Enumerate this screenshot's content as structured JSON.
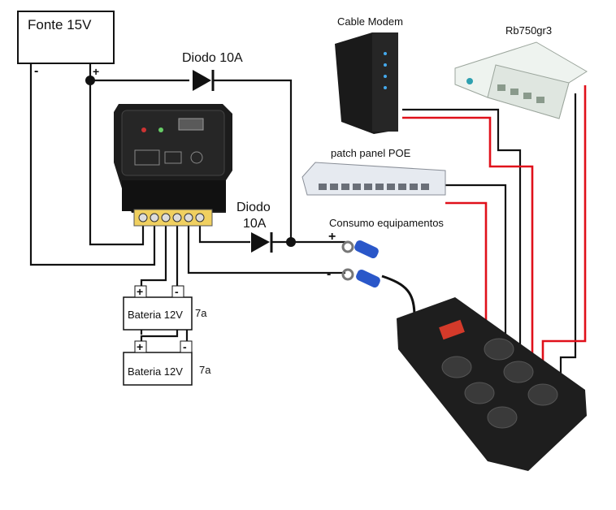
{
  "labels": {
    "source": "Fonte 15V",
    "diode_top": "Diodo 10A",
    "diode_mid_line1": "Diodo",
    "diode_mid_line2": "10A",
    "cable_modem": "Cable Modem",
    "router": "Rb750gr3",
    "patch_panel": "patch panel POE",
    "load": "Consumo equipamentos",
    "battery_1": "Bateria 12V",
    "battery_2": "Bateria 12V",
    "battery_1_capacity": "7a",
    "battery_2_capacity": "7a",
    "plus": "+",
    "minus": "-"
  },
  "colors": {
    "positive_wire": "#e0101a",
    "negative_wire": "#111111",
    "controller_body": "#1c1c1c",
    "router_body": "#eef3ef",
    "terminal_blue": "#2a57c9"
  },
  "icons": {
    "diode": "diode-symbol",
    "battery": "battery-box",
    "junction": "junction-dot"
  }
}
